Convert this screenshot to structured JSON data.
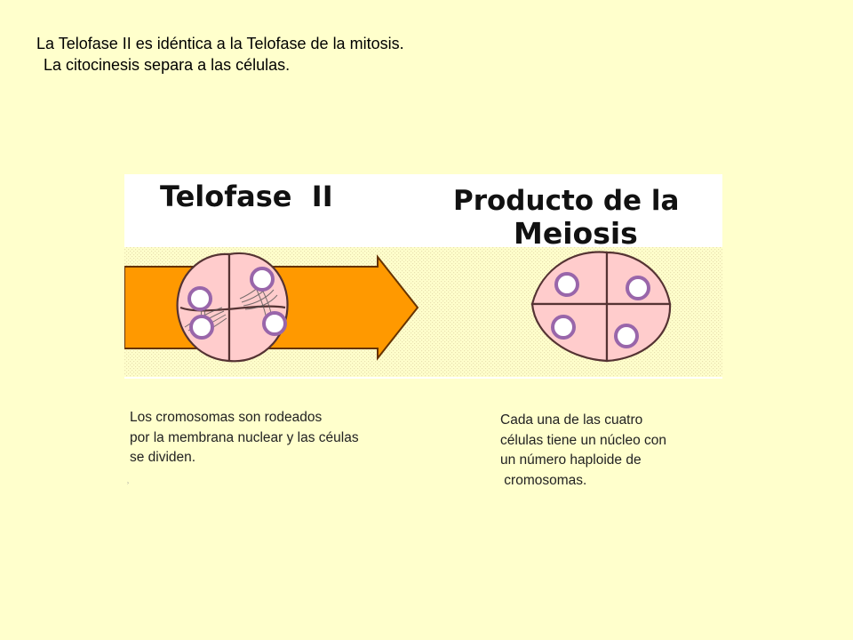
{
  "intro": {
    "line1": "La Telofase II es idéntica a la Telofase de la mitosis.",
    "line2": "La citocinesis separa a las células."
  },
  "figure": {
    "left_title": "Telofase  II",
    "right_title_line1": "Producto de la",
    "right_title_line2": "Meiosis",
    "colors": {
      "band": "#ffffcc",
      "arrow": "#ff9900",
      "arrow_outline": "#663300",
      "cell_fill": "#ffcccc",
      "cell_outline": "#553333",
      "nucleus_ring": "#9966aa",
      "nucleus_center": "#ffffff",
      "spindle": "#555555"
    }
  },
  "captions": {
    "left": [
      "Los cromosomas son rodeados",
      "por la membrana nuclear y las céulas",
      "se dividen."
    ],
    "right": [
      "Cada una de las cuatro",
      "células tiene un núcleo con",
      "un número haploide de",
      " cromosomas."
    ]
  }
}
